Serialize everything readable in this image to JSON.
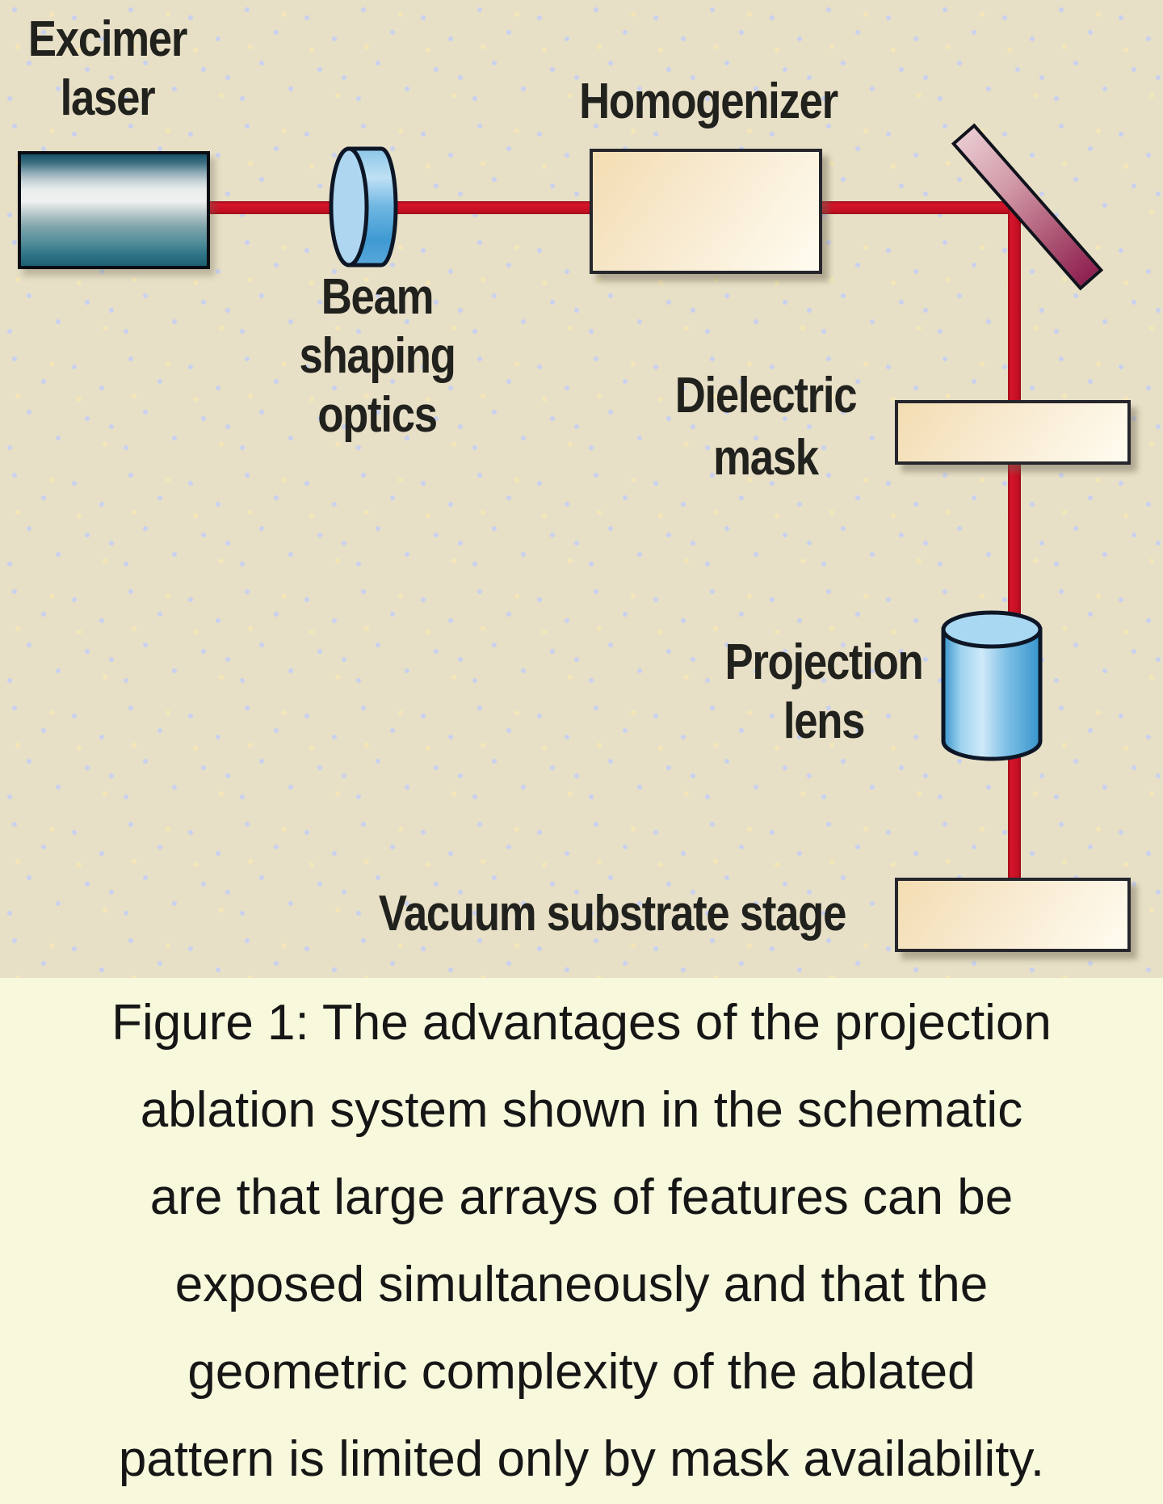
{
  "diagram": {
    "labels": {
      "excimer_laser": [
        "Excimer",
        "laser"
      ],
      "beam_shaping": [
        "Beam",
        "shaping",
        "optics"
      ],
      "homogenizer": "Homogenizer",
      "dielectric_mask": [
        "Dielectric",
        "mask"
      ],
      "projection_lens": [
        "Projection",
        "lens"
      ],
      "vacuum_stage": "Vacuum substrate stage"
    },
    "colors": {
      "background_tan": "#e7e0c7",
      "dot_blue": "#c9d1ee",
      "dot_yellow": "#f4e6b6",
      "beam_red": "#c30f22",
      "laser_teal_dark": "#1d6073",
      "laser_highlight": "#eef1f0",
      "lens_blue": "#3f9ad2",
      "lens_blue_light": "#b5dcf2",
      "mirror_pink": "#e8c9d0",
      "mirror_maroon": "#8e2050",
      "component_cream": "#f3ddb2",
      "component_cream_light": "#fffcf0",
      "outline_black": "#10121c",
      "caption_background": "#f7f8dc",
      "label_text": "#21211d",
      "caption_text": "#161616"
    }
  },
  "caption": {
    "lines": [
      "Figure 1: The advantages of the projection",
      "ablation system shown in the schematic",
      "are that large arrays of features can be",
      "exposed simultaneously and that the",
      "geometric complexity of the ablated",
      "pattern is limited only by mask availability."
    ]
  }
}
